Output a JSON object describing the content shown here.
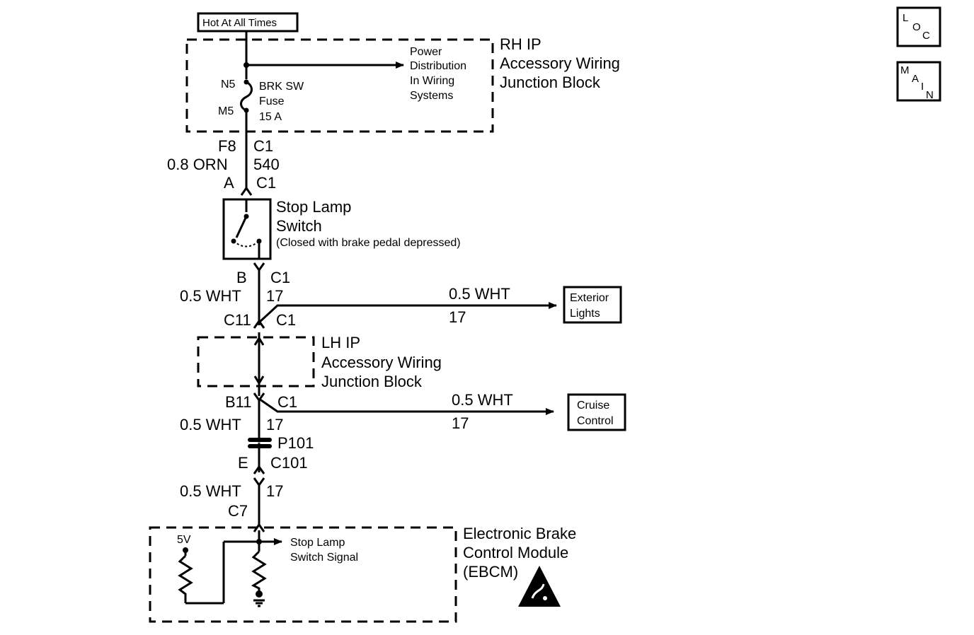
{
  "power": {
    "label": "Hot At All Times"
  },
  "rh_block": {
    "title_1": "RH IP",
    "title_2": "Accessory Wiring",
    "title_3": "Junction Block"
  },
  "power_distribution": {
    "line_1": "Power",
    "line_2": "Distribution",
    "line_3": "In Wiring",
    "line_4": "Systems"
  },
  "fuse": {
    "pin_top": "N5",
    "pin_bottom": "M5",
    "name_1": "BRK SW",
    "name_2": "Fuse",
    "rating": "15 A"
  },
  "wire_540": {
    "pin_left": "F8",
    "conn_right": "C1",
    "gauge": "0.8 ORN",
    "circuit": "540",
    "pin_a": "A",
    "conn_a": "C1"
  },
  "stop_lamp_switch": {
    "title_1": "Stop Lamp",
    "title_2": "Switch",
    "note": "(Closed with brake pedal depressed)"
  },
  "wire_17_upper": {
    "pin_b": "B",
    "conn_b": "C1",
    "gauge": "0.5 WHT",
    "circuit": "17",
    "pin_c11": "C11",
    "conn_c11": "C1"
  },
  "exterior_branch": {
    "gauge": "0.5 WHT",
    "circuit": "17",
    "dest_1": "Exterior",
    "dest_2": "Lights"
  },
  "lh_block": {
    "title_1": "LH IP",
    "title_2": "Accessory Wiring",
    "title_3": "Junction Block"
  },
  "wire_17_lower": {
    "pin_b11": "B11",
    "conn_b11": "C1",
    "gauge": "0.5 WHT",
    "circuit": "17",
    "splice": "P101",
    "pin_e": "E",
    "conn_e": "C101"
  },
  "cruise_branch": {
    "gauge": "0.5 WHT",
    "circuit": "17",
    "dest_1": "Cruise",
    "dest_2": "Control"
  },
  "wire_17_ebcm": {
    "gauge": "0.5 WHT",
    "circuit": "17",
    "conn": "C7"
  },
  "ebcm": {
    "title_1": "Electronic Brake",
    "title_2": "Control Module",
    "title_3": "(EBCM)",
    "voltage": "5V",
    "signal_1": "Stop Lamp",
    "signal_2": "Switch Signal"
  },
  "nav": {
    "loc": {
      "l1": "L",
      "l2": "O",
      "l3": "C"
    },
    "main": {
      "l1": "M",
      "l2": "A",
      "l3": "I",
      "l4": "N"
    }
  }
}
